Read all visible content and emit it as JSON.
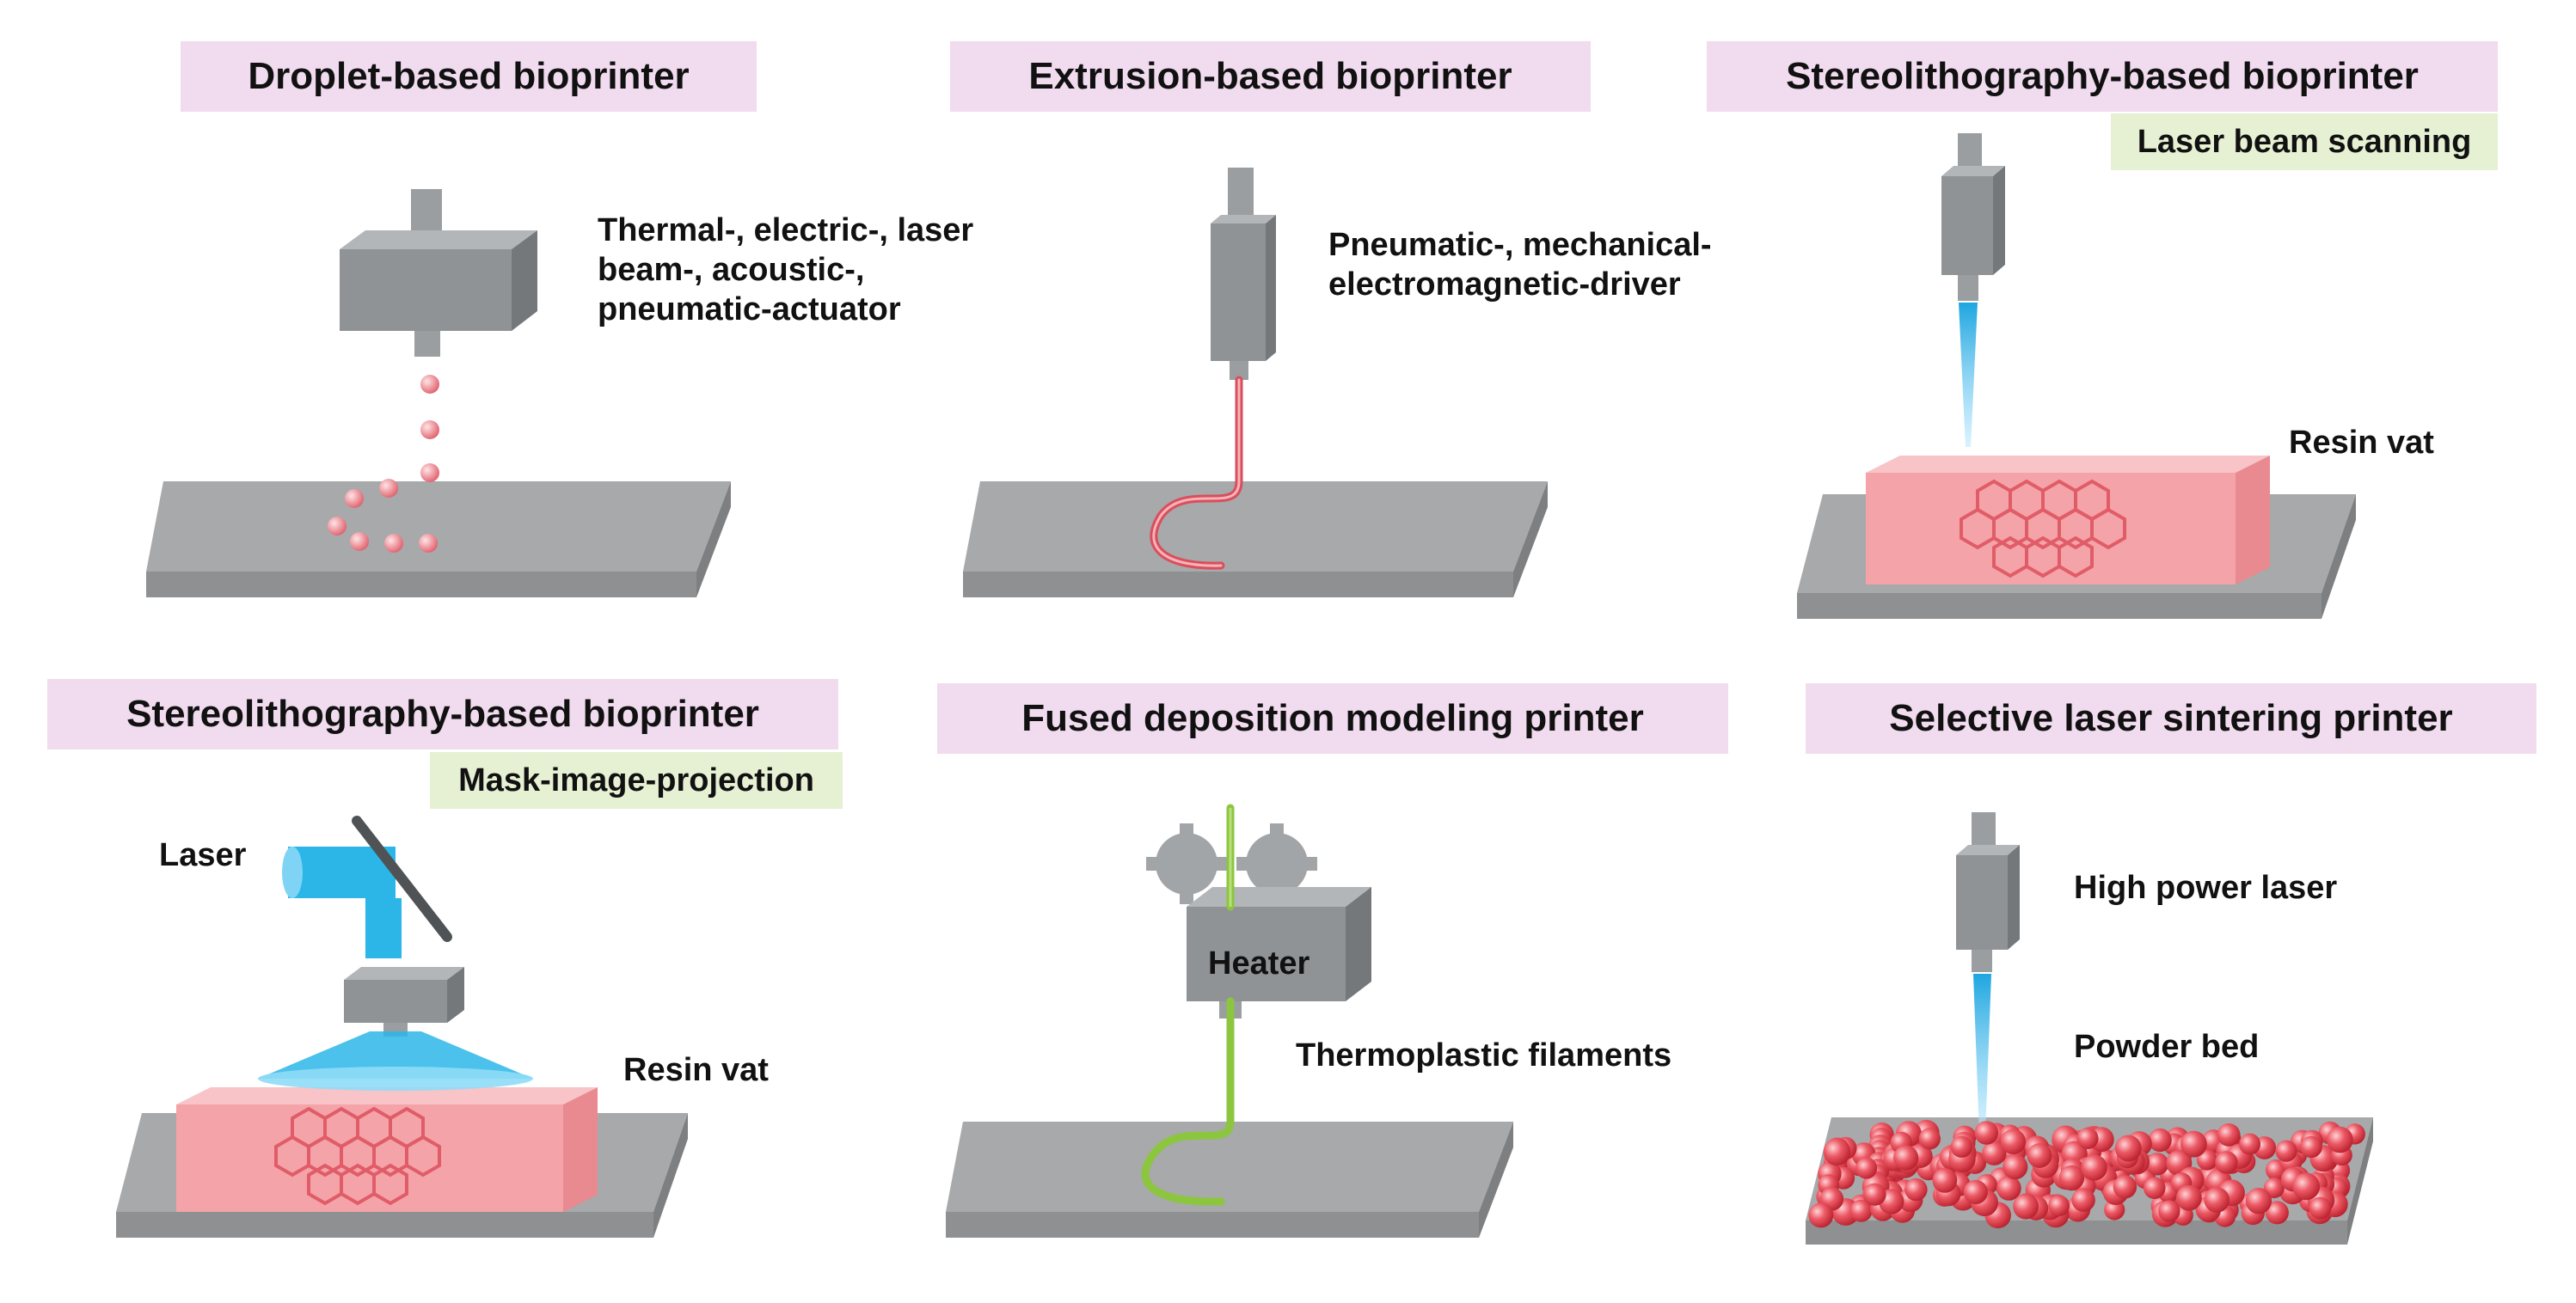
{
  "panels": [
    {
      "title": "Droplet-based bioprinter",
      "note": "Thermal-, electric-, laser\nbeam-, acoustic-,\npneumatic-actuator"
    },
    {
      "title": "Extrusion-based bioprinter",
      "note": "Pneumatic-, mechanical-\nelectromagnetic-driver"
    },
    {
      "title": "Stereolithography-based bioprinter",
      "subtitle": "Laser beam scanning",
      "note": "Resin vat"
    },
    {
      "title": "Stereolithography-based bioprinter",
      "subtitle": "Mask-image-projection",
      "laser_label": "Laser",
      "note": "Resin vat"
    },
    {
      "title": "Fused deposition modeling printer",
      "heater_label": "Heater",
      "note": "Thermoplastic filaments"
    },
    {
      "title": "Selective laser sintering printer",
      "laser_label": "High power laser",
      "note": "Powder bed"
    }
  ],
  "colors": {
    "title_bg": "#f1dbef",
    "subtitle_bg": "#e6f1d4",
    "platform": "#a9abad",
    "device": "#8f9396",
    "droplet": "#e8707c",
    "resin": "#f4a3a8",
    "laser_blue": "#2cb6e8",
    "filament": "#8cc63f",
    "powder": "#e0232f"
  }
}
